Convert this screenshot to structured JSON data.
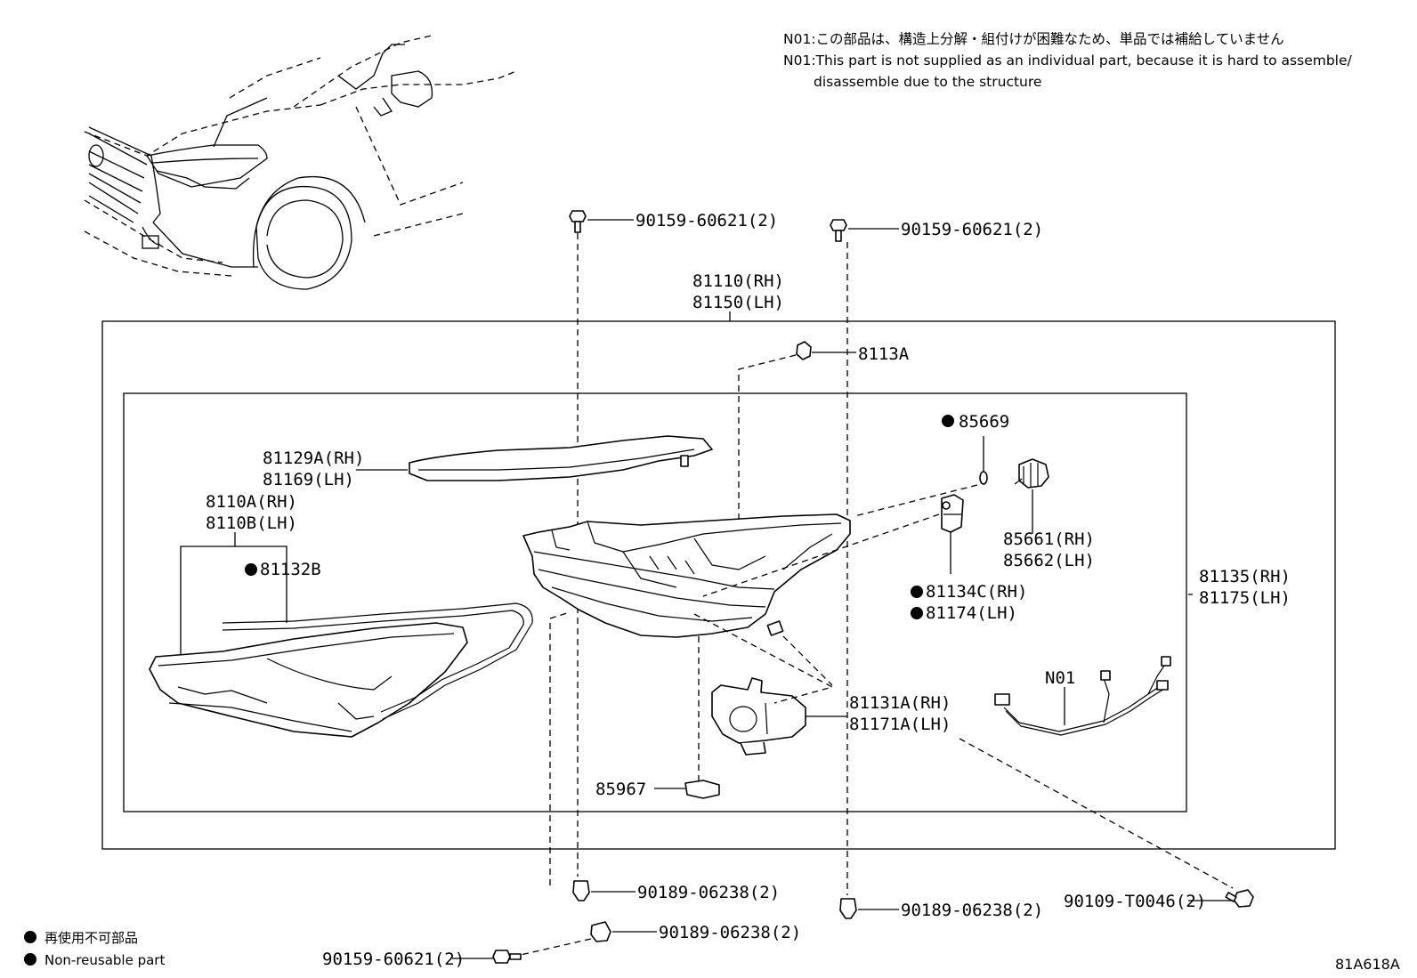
{
  "notes": {
    "jp": "N01:この部品は、構造上分解・組付けが困難なため、単品では補給していません",
    "en1": "N01:This part is not supplied as an individual part, because it is hard to assemble/",
    "en2": "disassemble due to the structure"
  },
  "labels": {
    "bolt_top_left": "90159-60621(2)",
    "bolt_top_right": "90159-60621(2)",
    "assy_rh": "81110(RH)",
    "assy_lh": "81150(LH)",
    "p8113A": "8113A",
    "p85669": "85669",
    "p81129A_rh": "81129A(RH)",
    "p81169_lh": "81169(LH)",
    "p8110A_rh": "8110A(RH)",
    "p8110B_lh": "8110B(LH)",
    "p81132B": "81132B",
    "p85661_rh": "85661(RH)",
    "p85662_lh": "85662(LH)",
    "p81134C_rh": "81134C(RH)",
    "p81174_lh": "81174(LH)",
    "p81135_rh": "81135(RH)",
    "p81175_lh": "81175(LH)",
    "n01": "N01",
    "p81131A_rh": "81131A(RH)",
    "p81171A_lh": "81171A(LH)",
    "p85967": "85967",
    "clip_left": "90189-06238(2)",
    "clip_right": "90189-06238(2)",
    "clip_bottom": "90189-06238(2)",
    "screw_right": "90109-T0046(2)",
    "bolt_bottom": "90159-60621(2)"
  },
  "legend": {
    "jp": "再使用不可部品",
    "en": "Non-reusable part"
  },
  "diagram_code": "81A618A"
}
